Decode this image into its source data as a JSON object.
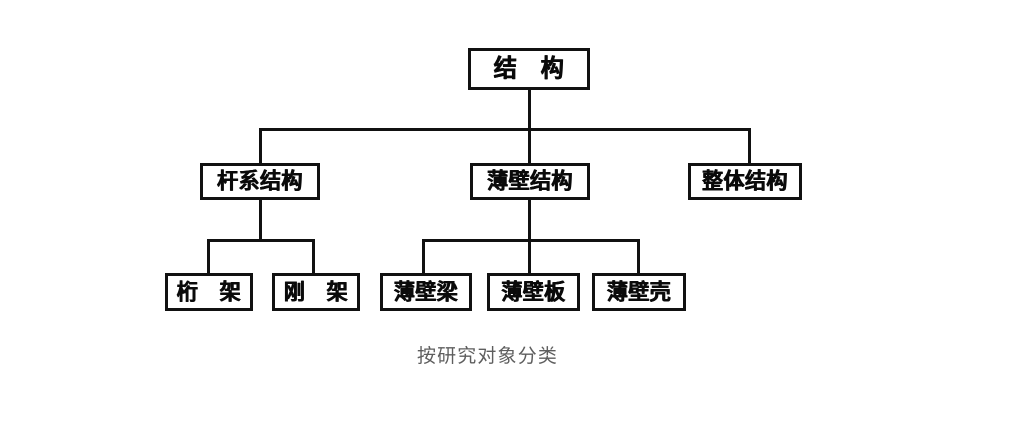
{
  "figure": {
    "caption": "按研究对象分类",
    "ink_color": "#111111",
    "background_color": "#ffffff",
    "caption_color": "#5e5e5e"
  },
  "tree": {
    "root": {
      "label": "结　构"
    },
    "level2": [
      {
        "label": "杆系结构"
      },
      {
        "label": "薄壁结构"
      },
      {
        "label": "整体结构"
      }
    ],
    "level3": [
      {
        "label": "桁　架"
      },
      {
        "label": "刚　架"
      },
      {
        "label": "薄壁梁"
      },
      {
        "label": "薄壁板"
      },
      {
        "label": "薄壁壳"
      }
    ]
  },
  "chart_data": {
    "type": "diagram",
    "diagram_type": "tree",
    "title": "按研究对象分类",
    "orientation": "top-down",
    "levels": 3,
    "nodes": [
      {
        "id": "root",
        "label": "结　构",
        "level": 1,
        "parent": null
      },
      {
        "id": "bar-system",
        "label": "杆系结构",
        "level": 2,
        "parent": "root"
      },
      {
        "id": "thin-wall",
        "label": "薄壁结构",
        "level": 2,
        "parent": "root"
      },
      {
        "id": "monolithic",
        "label": "整体结构",
        "level": 2,
        "parent": "root"
      },
      {
        "id": "truss",
        "label": "桁　架",
        "level": 3,
        "parent": "bar-system"
      },
      {
        "id": "rigid-frame",
        "label": "刚　架",
        "level": 3,
        "parent": "bar-system"
      },
      {
        "id": "thin-wall-beam",
        "label": "薄壁梁",
        "level": 3,
        "parent": "thin-wall"
      },
      {
        "id": "thin-wall-plate",
        "label": "薄壁板",
        "level": 3,
        "parent": "thin-wall"
      },
      {
        "id": "thin-wall-shell",
        "label": "薄壁壳",
        "level": 3,
        "parent": "thin-wall"
      }
    ],
    "edges": [
      {
        "from": "root",
        "to": "bar-system"
      },
      {
        "from": "root",
        "to": "thin-wall"
      },
      {
        "from": "root",
        "to": "monolithic"
      },
      {
        "from": "bar-system",
        "to": "truss"
      },
      {
        "from": "bar-system",
        "to": "rigid-frame"
      },
      {
        "from": "thin-wall",
        "to": "thin-wall-beam"
      },
      {
        "from": "thin-wall",
        "to": "thin-wall-plate"
      },
      {
        "from": "thin-wall",
        "to": "thin-wall-shell"
      }
    ]
  }
}
